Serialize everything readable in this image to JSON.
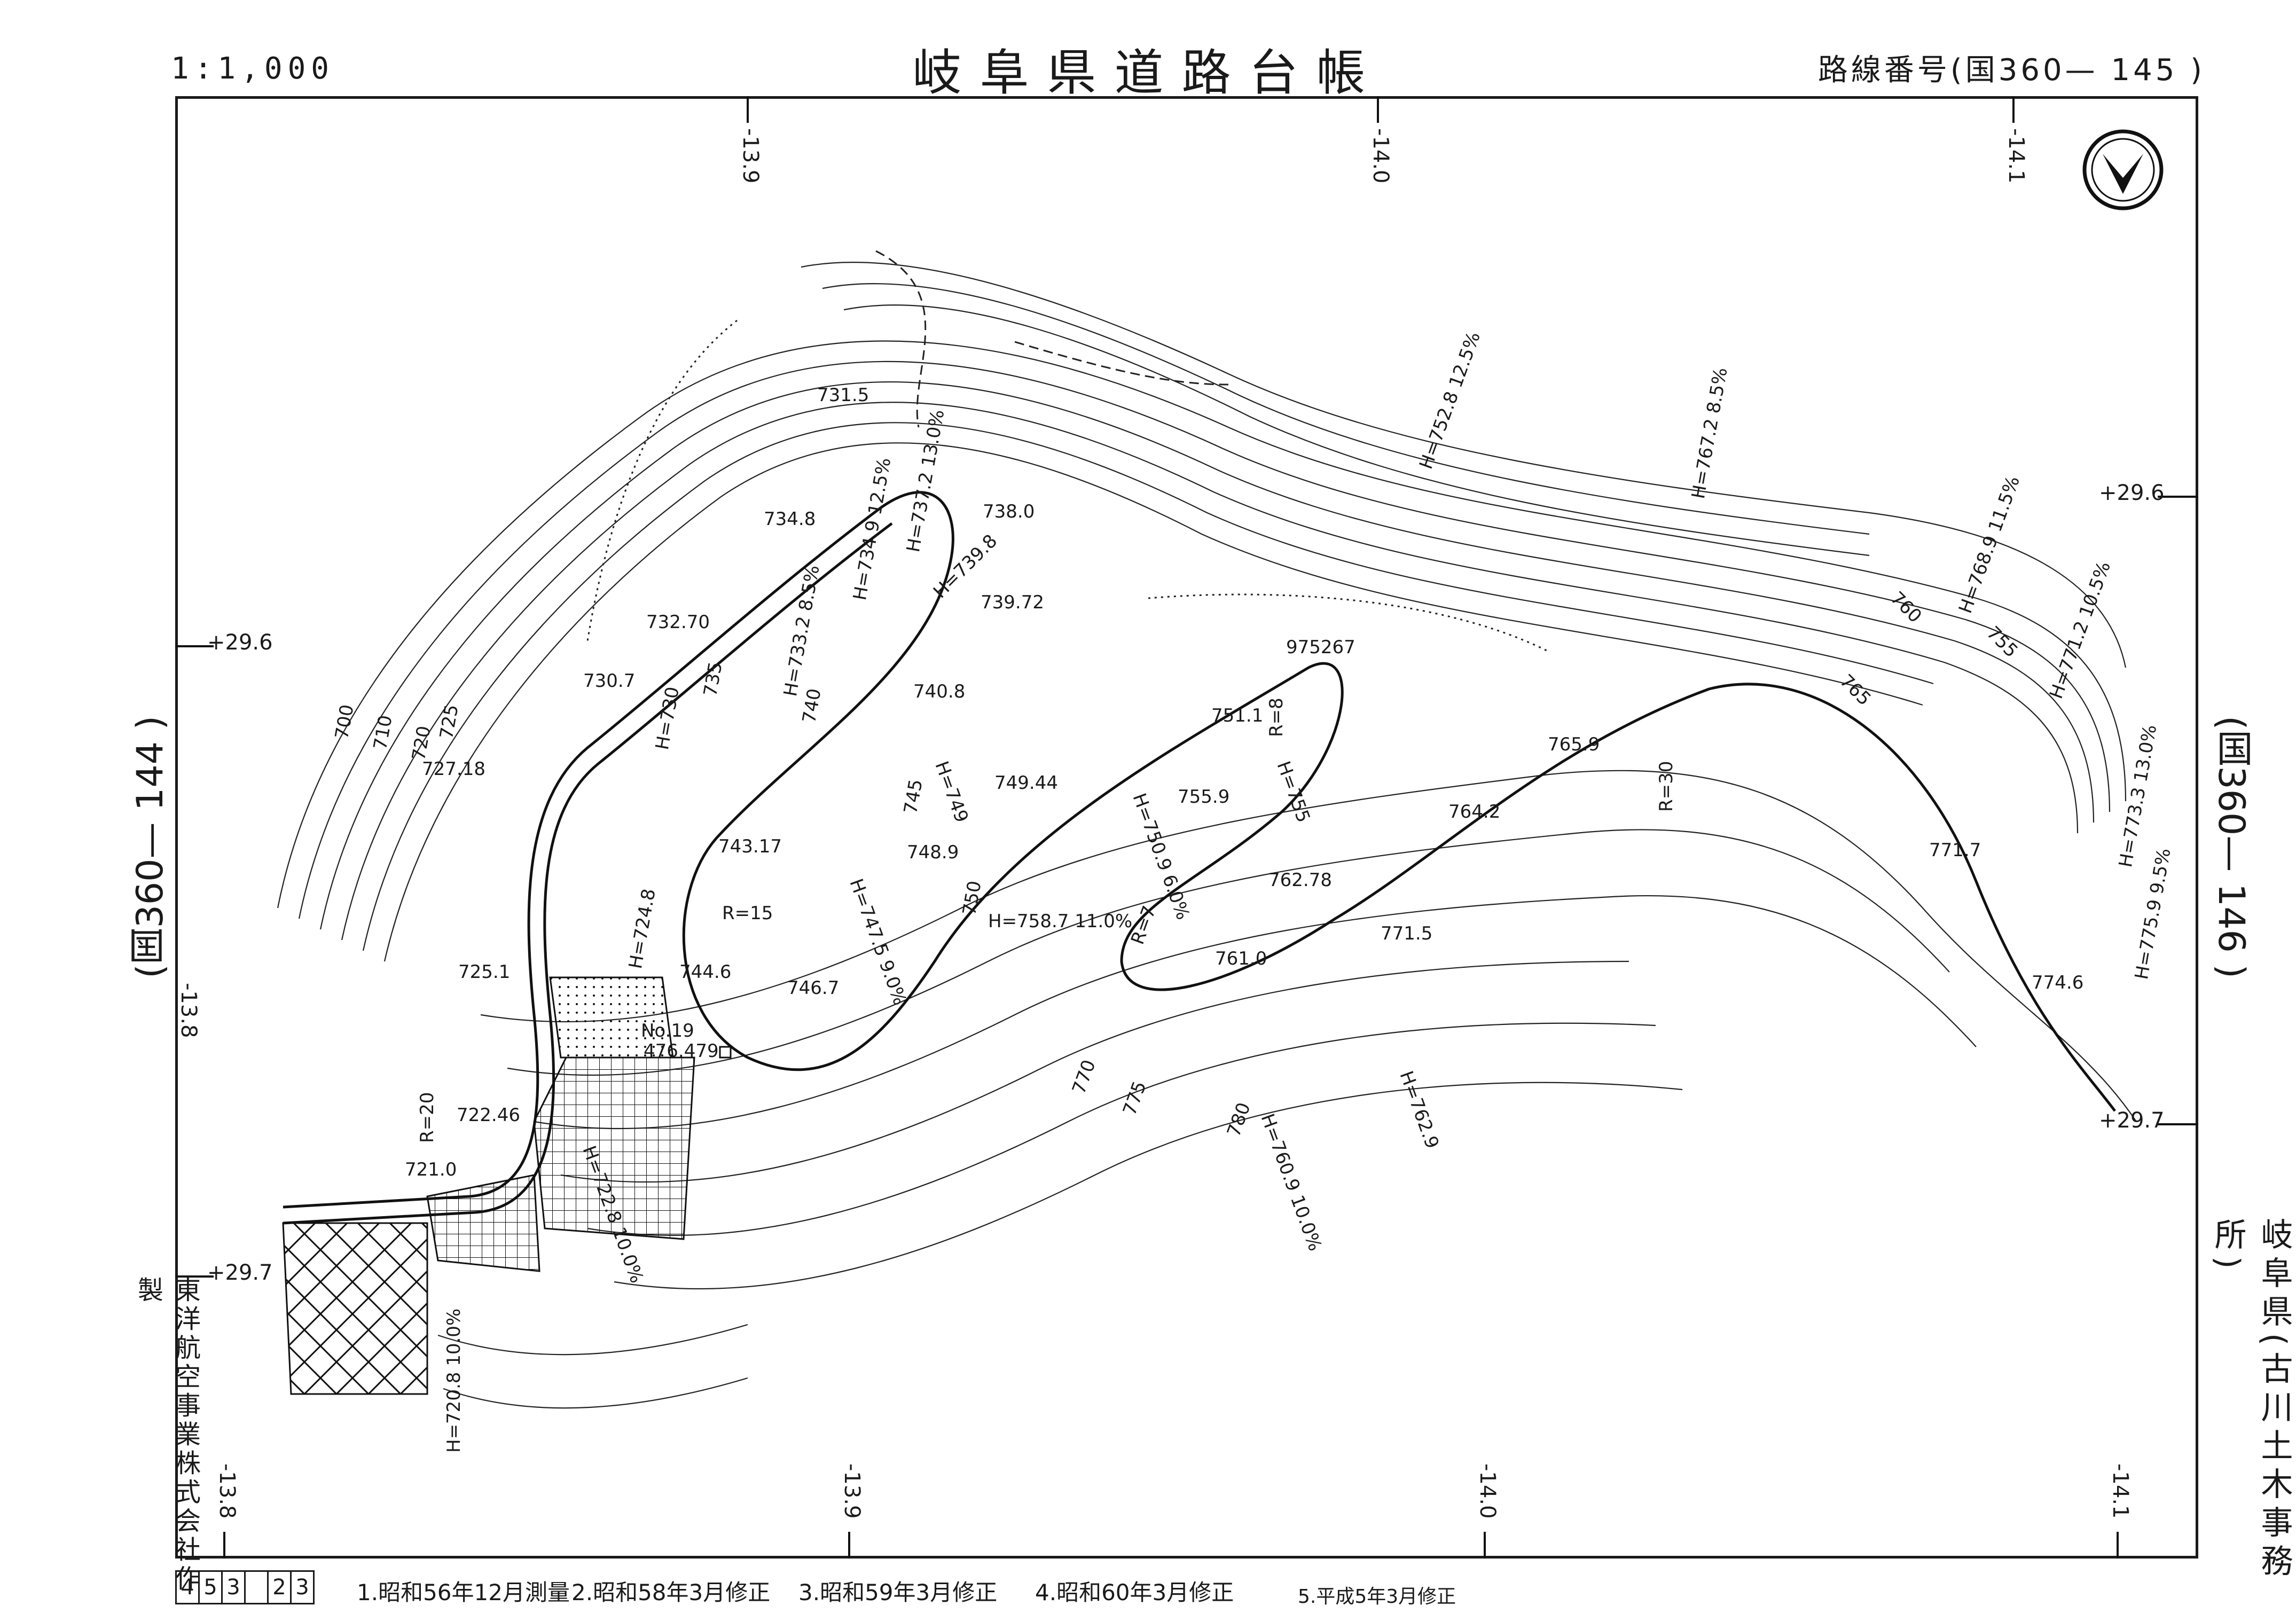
{
  "header": {
    "title": "岐阜県道路台帳",
    "scale": "1:1,000",
    "route_number": "路線番号(国360— 145 )"
  },
  "adjacent_sheets": {
    "left": "(国360— 144 )",
    "right": "(国360— 146 )"
  },
  "office": "岐阜県(古川土木事務所)",
  "producer": "東洋航空事業株式会社作製",
  "grid_ticks": {
    "top": [
      "-13.9",
      "-14.0",
      "-14.1"
    ],
    "bottom": [
      "-13.8",
      "-13.9",
      "-14.0",
      "-14.1"
    ],
    "left": [
      "+29.6",
      "+29.7",
      "-13.8"
    ],
    "right": [
      "+29.6",
      "+29.7"
    ]
  },
  "revision_boxes": [
    "4",
    "5",
    "3",
    "",
    "2",
    "3"
  ],
  "revision_history": [
    "1.昭和56年12月測量",
    "2.昭和58年3月修正",
    "3.昭和59年3月修正",
    "4.昭和60年3月修正",
    "5.平成5年3月修正"
  ],
  "map_labels": {
    "station": "No.19",
    "station_elev": "476.479",
    "spot": [
      "731.5",
      "734.8",
      "732.70",
      "730.7",
      "727.18",
      "725.1",
      "722.46",
      "721.0",
      "739.72",
      "740.8",
      "749.44",
      "743.17",
      "744.6",
      "746.7",
      "748.9",
      "751.1",
      "755.9",
      "975267",
      "762.78",
      "761.0",
      "764.2",
      "765.9",
      "771.5",
      "771.7",
      "774.6",
      "738.0"
    ],
    "grades": [
      "H=752.8 12.5%",
      "H=767.2 8.5%",
      "H=768.9 11.5%",
      "H=771.2 10.5%",
      "H=773.3 13.0%",
      "H=775.9 9.5%",
      "H=758.7 11.0%",
      "H=760.9 10.0%",
      "H=762.9",
      "H=720.8 10.0%",
      "H=722.8 10.0%",
      "H=724.8",
      "H=730",
      "H=733.2 8.5%",
      "H=734.9 12.5%",
      "H=737.2 13.0%",
      "H=739.8",
      "H=747.5 9.0%",
      "H=749",
      "H=750.9 6.0%",
      "H=755"
    ],
    "radii": [
      "R=15",
      "R=30",
      "R=20",
      "R=8",
      "R=7"
    ],
    "contours": [
      "700",
      "710",
      "720",
      "725",
      "735",
      "740",
      "745",
      "750",
      "755",
      "760",
      "765",
      "770",
      "775",
      "780"
    ]
  },
  "north_arrow": "north-arrow"
}
